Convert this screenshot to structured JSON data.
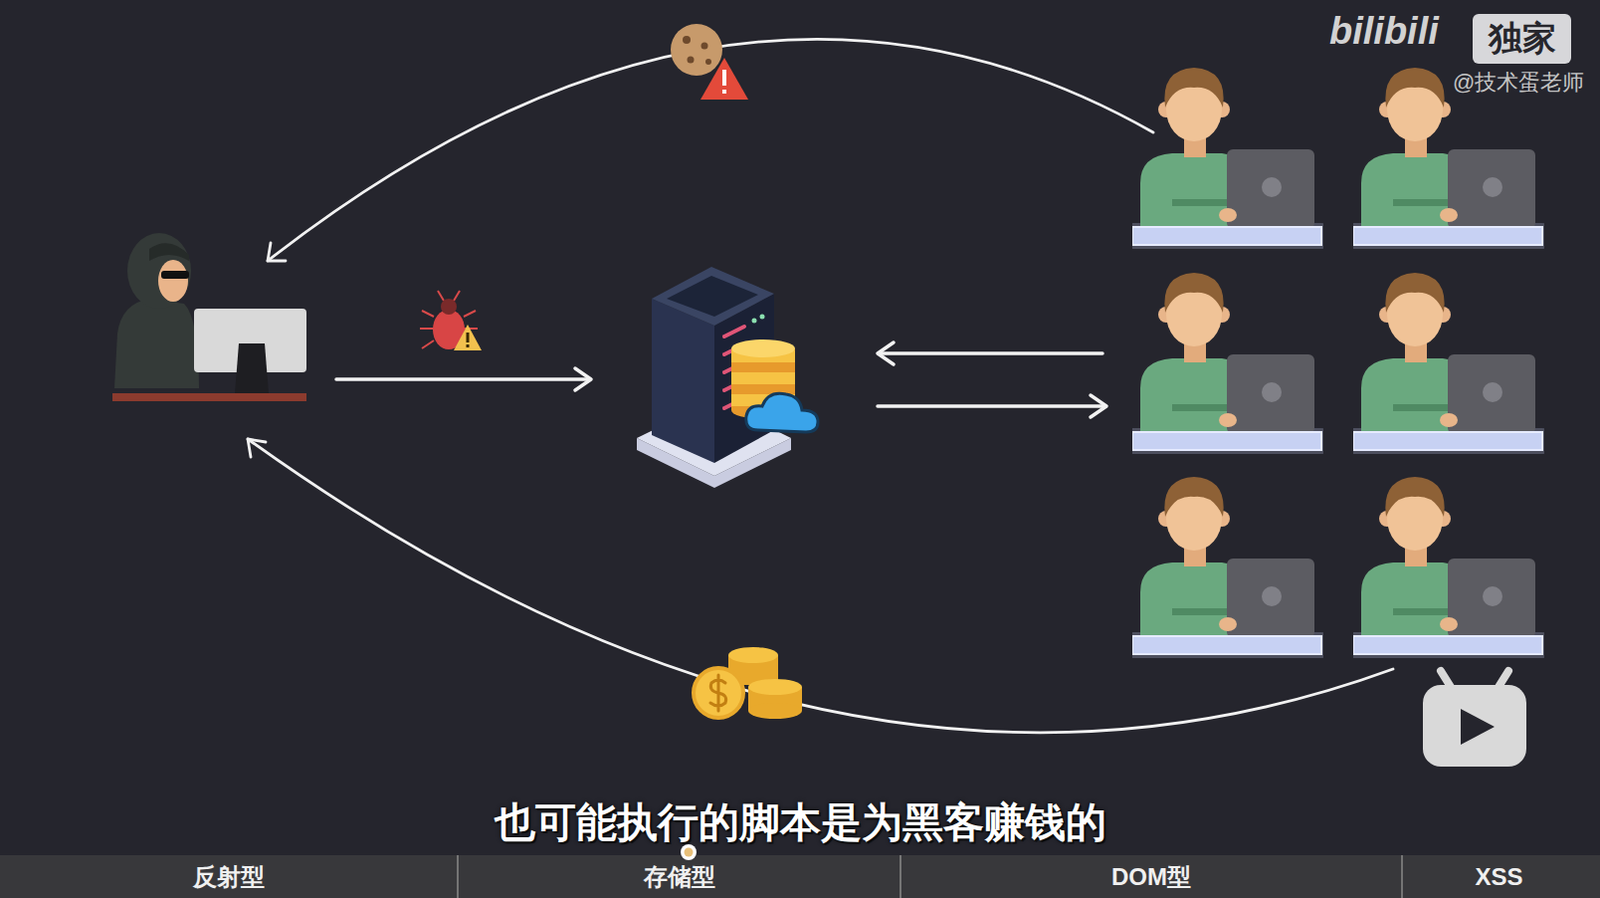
{
  "diagram": {
    "caption": "也可能执行的脚本是为黑客赚钱的",
    "nodes": [
      {
        "text": [
          "独家"
        ]
      },
      {
        "text": [
          "反射型"
        ]
      },
      {
        "text": [
          "存储型"
        ]
      },
      {
        "text": [
          "DOM型"
        ]
      },
      {
        "text": [
          "XSS"
        ]
      }
    ],
    "labels": [
      "bilibili",
      "@技术蛋老师"
    ]
  }
}
